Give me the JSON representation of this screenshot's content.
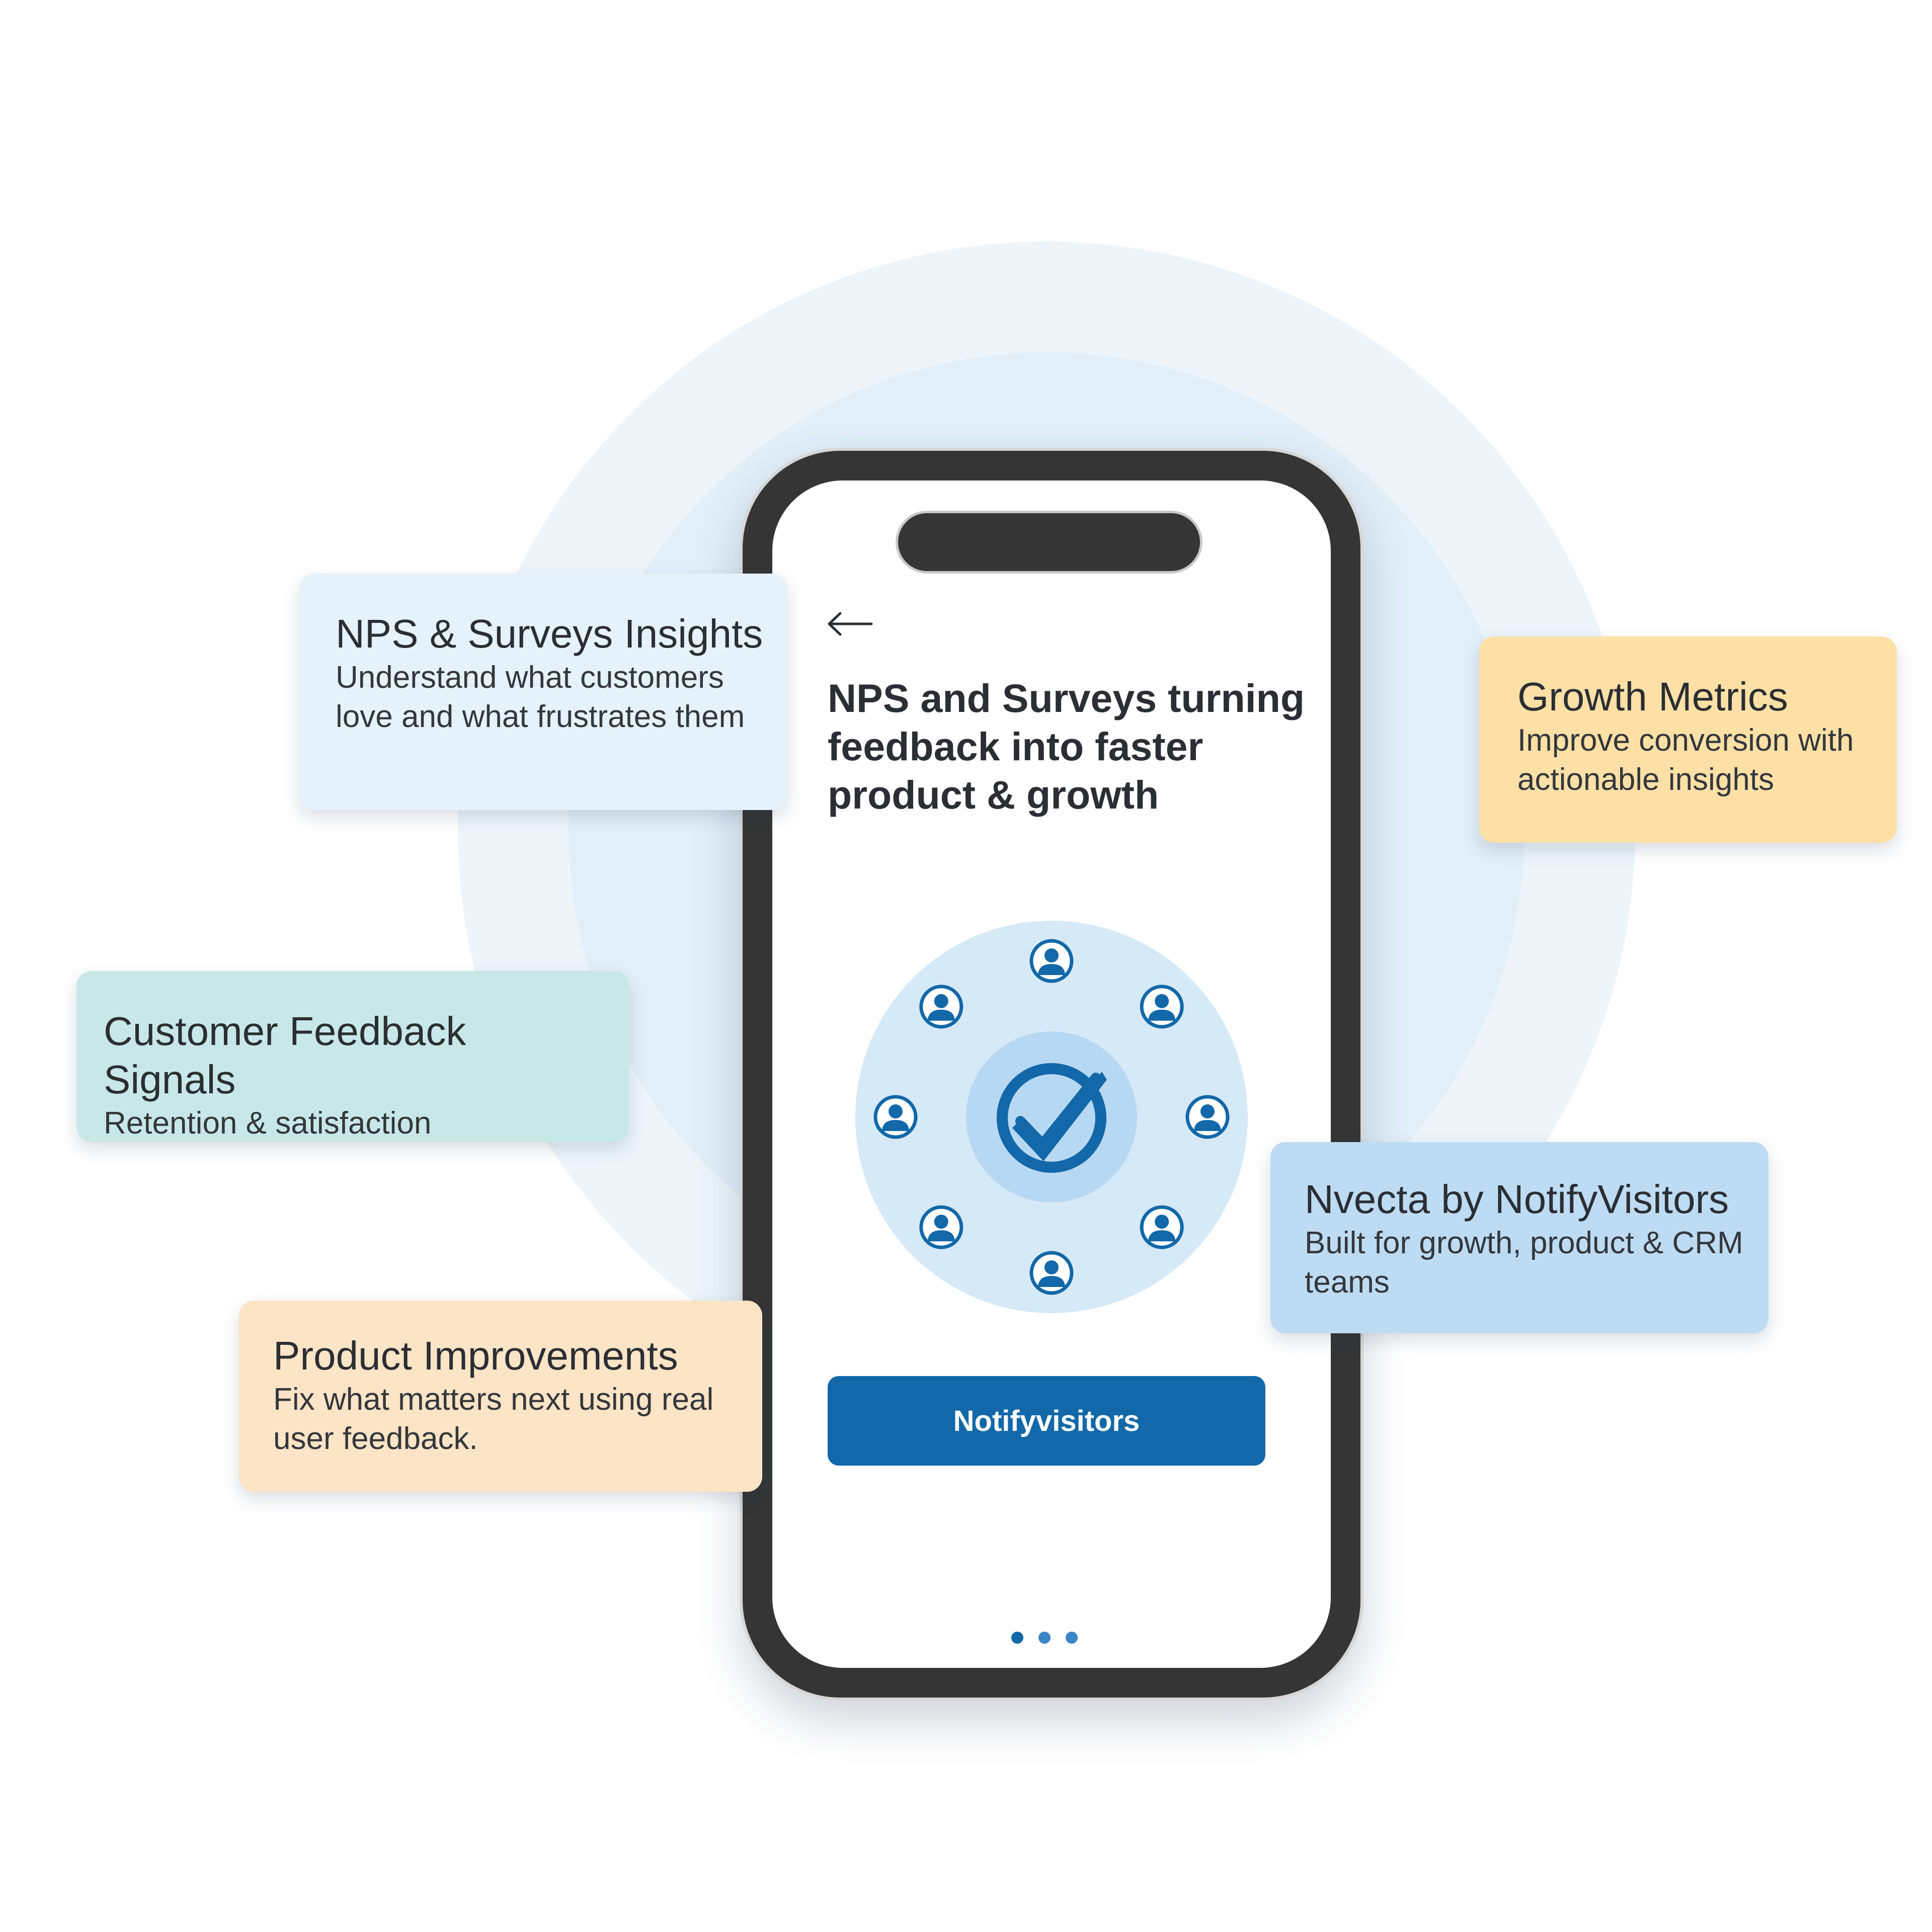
{
  "phone": {
    "title": "NPS and Surveys turning feedback into faster product & growth",
    "cta_label": "Notifyvisitors",
    "pager_count": 3,
    "pager_active_index": 0
  },
  "cards": {
    "nps": {
      "title": "NPS & Surveys Insights",
      "body": "Understand what customers love and what frustrates them"
    },
    "growth": {
      "title": "Growth Metrics",
      "body": "Improve conversion with actionable insights"
    },
    "feedback": {
      "title": "Customer Feedback Signals",
      "body": "Retention & satisfaction"
    },
    "nvecta": {
      "title": "Nvecta by NotifyVisitors",
      "body": "Built for growth, product & CRM teams"
    },
    "product": {
      "title": "Product Improvements",
      "body": "Fix what matters next using real user feedback."
    }
  },
  "icons": {
    "back": "left-arrow-icon",
    "center": "checkmark-badge-icon",
    "ring": "user-avatar-icon"
  },
  "colors": {
    "brand_blue": "#1268a8",
    "halo": "#e2eff9",
    "card_nps": "#e6f2fb",
    "card_growth": "#fde0a6",
    "card_feedback": "#c8e8e8",
    "card_nvecta": "#bddcf3",
    "card_product": "#fce4c6"
  }
}
